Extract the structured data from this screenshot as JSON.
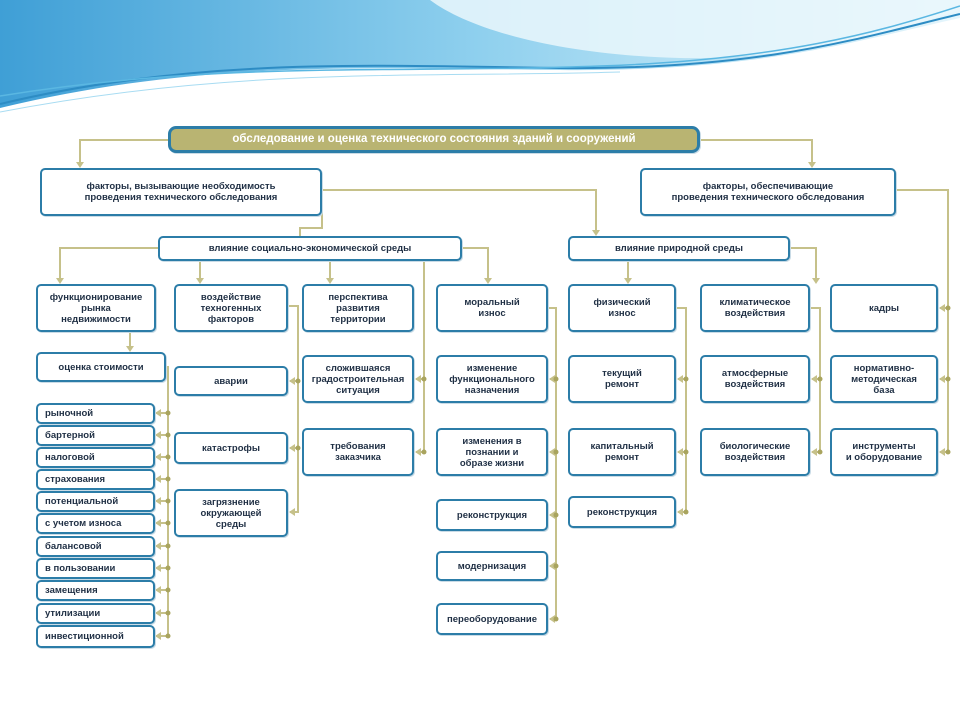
{
  "colors": {
    "box_border": "#2c7da8",
    "connector": "#c6c18a",
    "title_fill": "#b9b472",
    "wave_blue": "#4aa8d8"
  },
  "diagram": {
    "title": "обследование и оценка технического состояния зданий и сооружений",
    "factors_necessity": "факторы, вызывающие необходимость\nпроведения технического обследования",
    "factors_providing": "факторы, обеспечивающие\nпроведения технического обследования",
    "socio_economic": "влияние социально-экономической среды",
    "natural": "влияние природной среды",
    "market": "функционирование\nрынка\nнедвижимости",
    "cost_estimate": "оценка стоимости",
    "cost_types": [
      "рыночной",
      "бартерной",
      "налоговой",
      "страхования",
      "потенциальной",
      "с учетом износа",
      "балансовой",
      "в пользовании",
      "замещения",
      "утилизации",
      "инвестиционной"
    ],
    "technogenic": "воздействие\nтехногенных\nфакторов",
    "accidents": "аварии",
    "catastrophes": "катастрофы",
    "pollution": "загрязнение\nокружающей\nсреды",
    "prospects": "перспектива\nразвития\nтерритории",
    "urban_situation": "сложившаяся\nградостроительная\nситуация",
    "customer_req": "требования\nзаказчика",
    "moral_wear": "моральный\nизнос",
    "function_change": "изменение\nфункционального\nназначения",
    "lifestyle_change": "изменения в\nпознании и\nобразе жизни",
    "reconstruction_1": "реконструкция",
    "modernization": "модернизация",
    "re_equipment": "переоборудование",
    "physical_wear": "физический\nизнос",
    "current_repair": "текущий\nремонт",
    "capital_repair": "капитальный\nремонт",
    "reconstruction_2": "реконструкция",
    "climate": "климатическое\nвоздействия",
    "atmospheric": "атмосферные\nвоздействия",
    "biological": "биологические\nвоздействия",
    "personnel": "кадры",
    "normative_base": "нормативно-\nметодическая\nбаза",
    "instruments": "инструменты\nи оборудование"
  }
}
